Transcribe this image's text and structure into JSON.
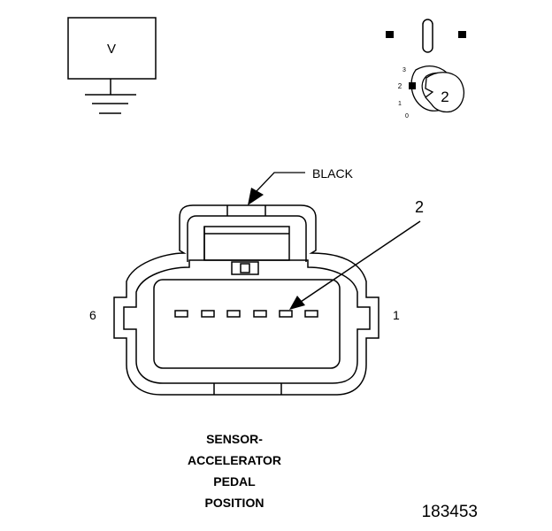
{
  "meter": {
    "symbol": "V"
  },
  "selector": {
    "positions": [
      "3",
      "2",
      "1",
      "0"
    ],
    "selected": "2"
  },
  "callouts": {
    "wire_color": "BLACK",
    "terminal": "2"
  },
  "connector": {
    "pin_left": "6",
    "pin_right": "1"
  },
  "caption": [
    "SENSOR-",
    "ACCELERATOR",
    "PEDAL",
    "POSITION"
  ],
  "figure_number": "183453"
}
